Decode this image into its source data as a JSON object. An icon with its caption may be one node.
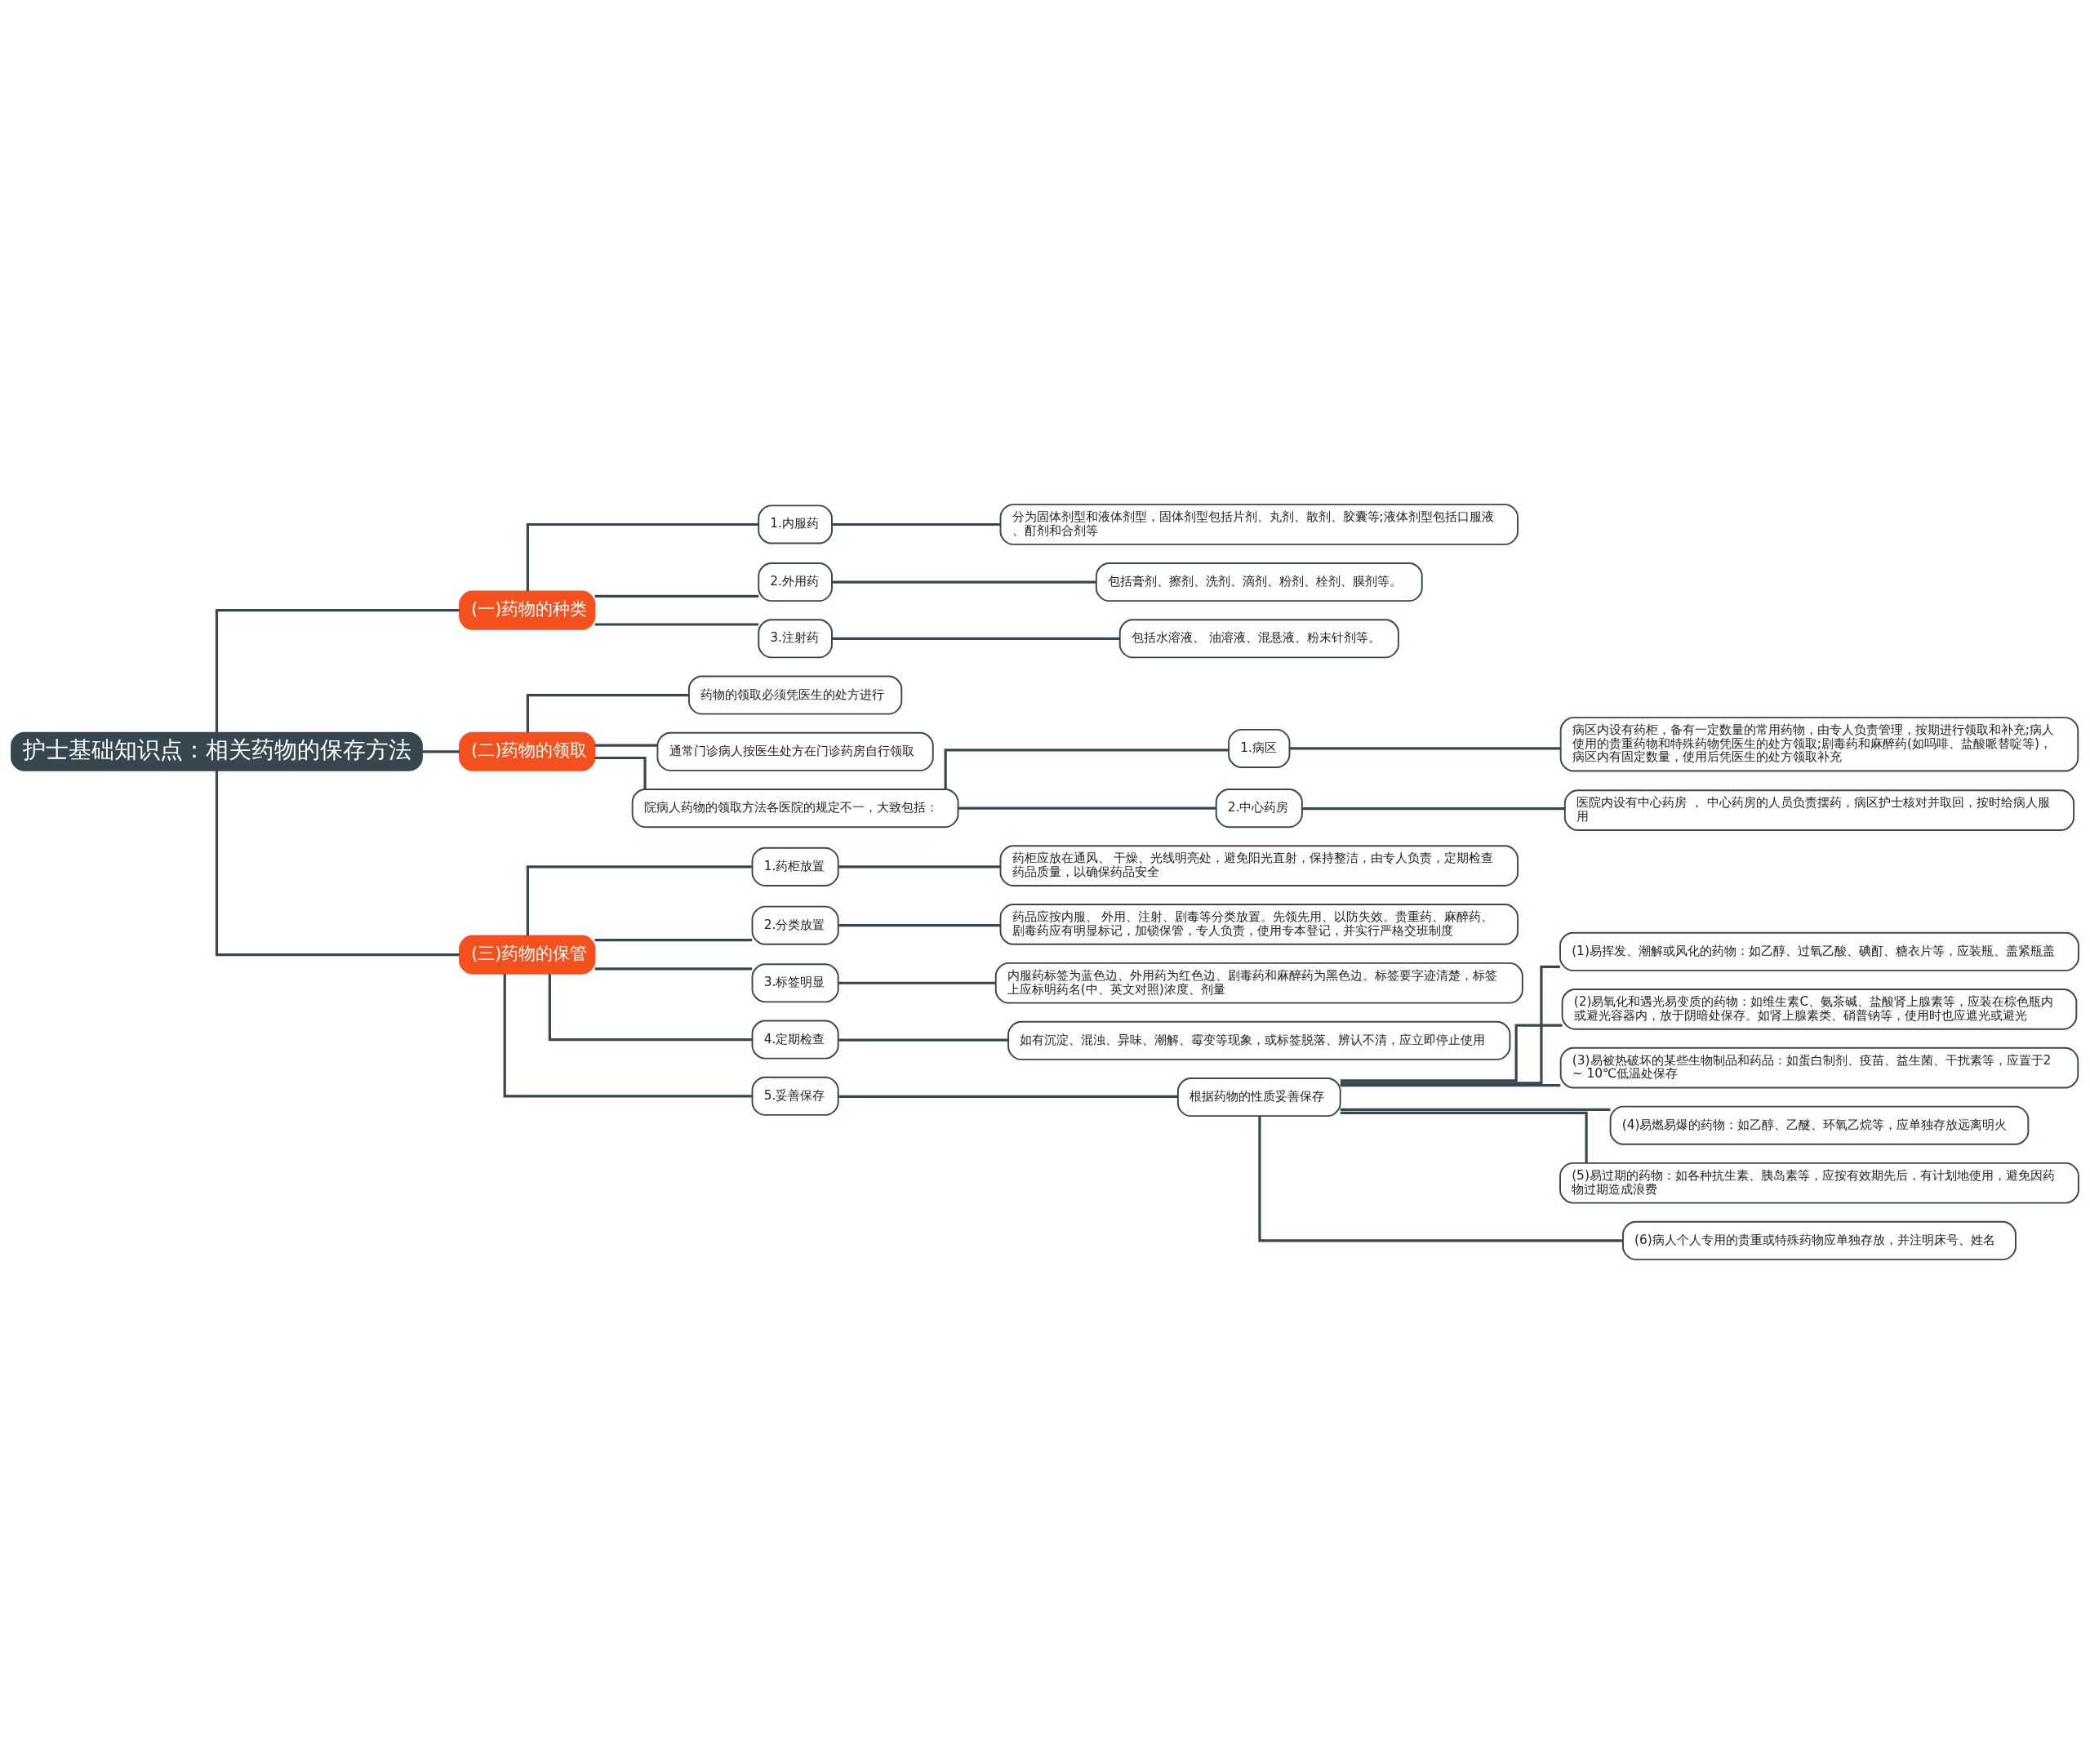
{
  "diagram": {
    "nodes": [
      {
        "text": [
          "护士基础知识点：相关药物的保存方法"
        ]
      },
      {
        "text": [
          "(一)药物的种类"
        ]
      },
      {
        "text": [
          "1.内服药"
        ]
      },
      {
        "text": [
          "分为固体剂型和液体剂型，固体剂型包括片剂、丸剂、散剂、胶囊等;液体剂型包括口服液、酊剂和合剂等"
        ]
      },
      {
        "text": [
          "2.外用药"
        ]
      },
      {
        "text": [
          "包括膏剂、擦剂、洗剂、滴剂、粉剂、栓剂、膜剂等。"
        ]
      },
      {
        "text": [
          "3.注射药"
        ]
      },
      {
        "text": [
          "包括水溶液、 油溶液、混悬液、粉末针剂等。"
        ]
      },
      {
        "text": [
          "(二)药物的领取"
        ]
      },
      {
        "text": [
          "药物的领取必须凭医生的处方进行"
        ]
      },
      {
        "text": [
          "通常门诊病人按医生处方在门诊药房自行领取"
        ]
      },
      {
        "text": [
          "院病人药物的领取方法各医院的规定不一，大致包括："
        ]
      },
      {
        "text": [
          "1.病区"
        ]
      },
      {
        "text": [
          "病区内设有药柜，备有一定数量的常用药物，由专人负责管理，按期进行领取和补充;病人使用的贵重药物和特殊药物凭医生的处方领取;剧毒药和麻醉药(如吗啡、盐酸哌替啶等)，病区内有固定数量，使用后凭医生的处方领取补充"
        ]
      },
      {
        "text": [
          "2.中心药房"
        ]
      },
      {
        "text": [
          "医院内设有中心药房 ， 中心药房的人员负责摆药，病区护士核对并取回，按时给病人服用"
        ]
      },
      {
        "text": [
          "(三)药物的保管"
        ]
      },
      {
        "text": [
          "1.药柜放置"
        ]
      },
      {
        "text": [
          "药柜应放在通风、 干燥、光线明亮处，避免阳光直射，保持整洁，由专人负责，定期检查药品质量，以确保药品安全"
        ]
      },
      {
        "text": [
          "2.分类放置"
        ]
      },
      {
        "text": [
          "药品应按内服、 外用、注射、剧毒等分类放置。先领先用、以防失效。贵重药、麻醉药、剧毒药应有明显标记，加锁保管，专人负责，使用专本登记，并实行严格交班制度"
        ]
      },
      {
        "text": [
          "3.标签明显"
        ]
      },
      {
        "text": [
          "内服药标签为蓝色边、外用药为红色边、剧毒药和麻醉药为黑色边。标签要字迹清楚，标签上应标明药名(中、英文对照)浓度、剂量"
        ]
      },
      {
        "text": [
          "4.定期检查"
        ]
      },
      {
        "text": [
          "如有沉淀、混浊、异味、潮解、霉变等现象，或标签脱落、辨认不清，应立即停止使用"
        ]
      },
      {
        "text": [
          "5.妥善保存"
        ]
      },
      {
        "text": [
          "根据药物的性质妥善保存"
        ]
      },
      {
        "text": [
          "(1)易挥发、潮解或风化的药物：如乙醇、过氧乙酸、碘酊、糖衣片等，应装瓶、盖紧瓶盖"
        ]
      },
      {
        "text": [
          "(2)易氧化和遇光易变质的药物：如维生素C、氨茶碱、盐酸肾上腺素等，应装在棕色瓶内或避光容器内，放于阴暗处保存。如肾上腺素类、硝普钠等，使用时也应遮光或避光"
        ]
      },
      {
        "text": [
          "(3)易被热破坏的某些生物制品和药品：如蛋白制剂、疫苗、益生菌、干扰素等，应置于2 ~ 10℃低温处保存"
        ]
      },
      {
        "text": [
          "(4)易燃易爆的药物：如乙醇、乙醚、环氧乙烷等，应单独存放远离明火"
        ]
      },
      {
        "text": [
          "(5)易过期的药物：如各种抗生素、胰岛素等，应按有效期先后，有计划地使用，避免因药物过期造成浪费"
        ]
      },
      {
        "text": [
          "(6)病人个人专用的贵重或特殊药物应单独存放，并注明床号、姓名"
        ]
      }
    ],
    "edges": [
      {
        "from": 0,
        "to": 1,
        "arrow": "none"
      },
      {
        "from": 1,
        "to": 2,
        "arrow": "none"
      },
      {
        "from": 2,
        "to": 3,
        "arrow": "none"
      },
      {
        "from": 1,
        "to": 4,
        "arrow": "none"
      },
      {
        "from": 4,
        "to": 5,
        "arrow": "none"
      },
      {
        "from": 1,
        "to": 6,
        "arrow": "none"
      },
      {
        "from": 6,
        "to": 7,
        "arrow": "none"
      },
      {
        "from": 0,
        "to": 8,
        "arrow": "none"
      },
      {
        "from": 8,
        "to": 9,
        "arrow": "none"
      },
      {
        "from": 8,
        "to": 10,
        "arrow": "none"
      },
      {
        "from": 8,
        "to": 11,
        "arrow": "none"
      },
      {
        "from": 11,
        "to": 12,
        "arrow": "none"
      },
      {
        "from": 12,
        "to": 13,
        "arrow": "none"
      },
      {
        "from": 11,
        "to": 14,
        "arrow": "none"
      },
      {
        "from": 14,
        "to": 15,
        "arrow": "none"
      },
      {
        "from": 0,
        "to": 16,
        "arrow": "none"
      },
      {
        "from": 16,
        "to": 17,
        "arrow": "none"
      },
      {
        "from": 17,
        "to": 18,
        "arrow": "none"
      },
      {
        "from": 16,
        "to": 19,
        "arrow": "none"
      },
      {
        "from": 19,
        "to": 20,
        "arrow": "none"
      },
      {
        "from": 16,
        "to": 21,
        "arrow": "none"
      },
      {
        "from": 21,
        "to": 22,
        "arrow": "none"
      },
      {
        "from": 16,
        "to": 23,
        "arrow": "none"
      },
      {
        "from": 23,
        "to": 24,
        "arrow": "none"
      },
      {
        "from": 16,
        "to": 25,
        "arrow": "none"
      },
      {
        "from": 25,
        "to": 26,
        "arrow": "none"
      },
      {
        "from": 26,
        "to": 27,
        "arrow": "none"
      },
      {
        "from": 26,
        "to": 28,
        "arrow": "none"
      },
      {
        "from": 26,
        "to": 29,
        "arrow": "none"
      },
      {
        "from": 26,
        "to": 30,
        "arrow": "none"
      },
      {
        "from": 26,
        "to": 31,
        "arrow": "none"
      },
      {
        "from": 26,
        "to": 32,
        "arrow": "none"
      }
    ]
  }
}
